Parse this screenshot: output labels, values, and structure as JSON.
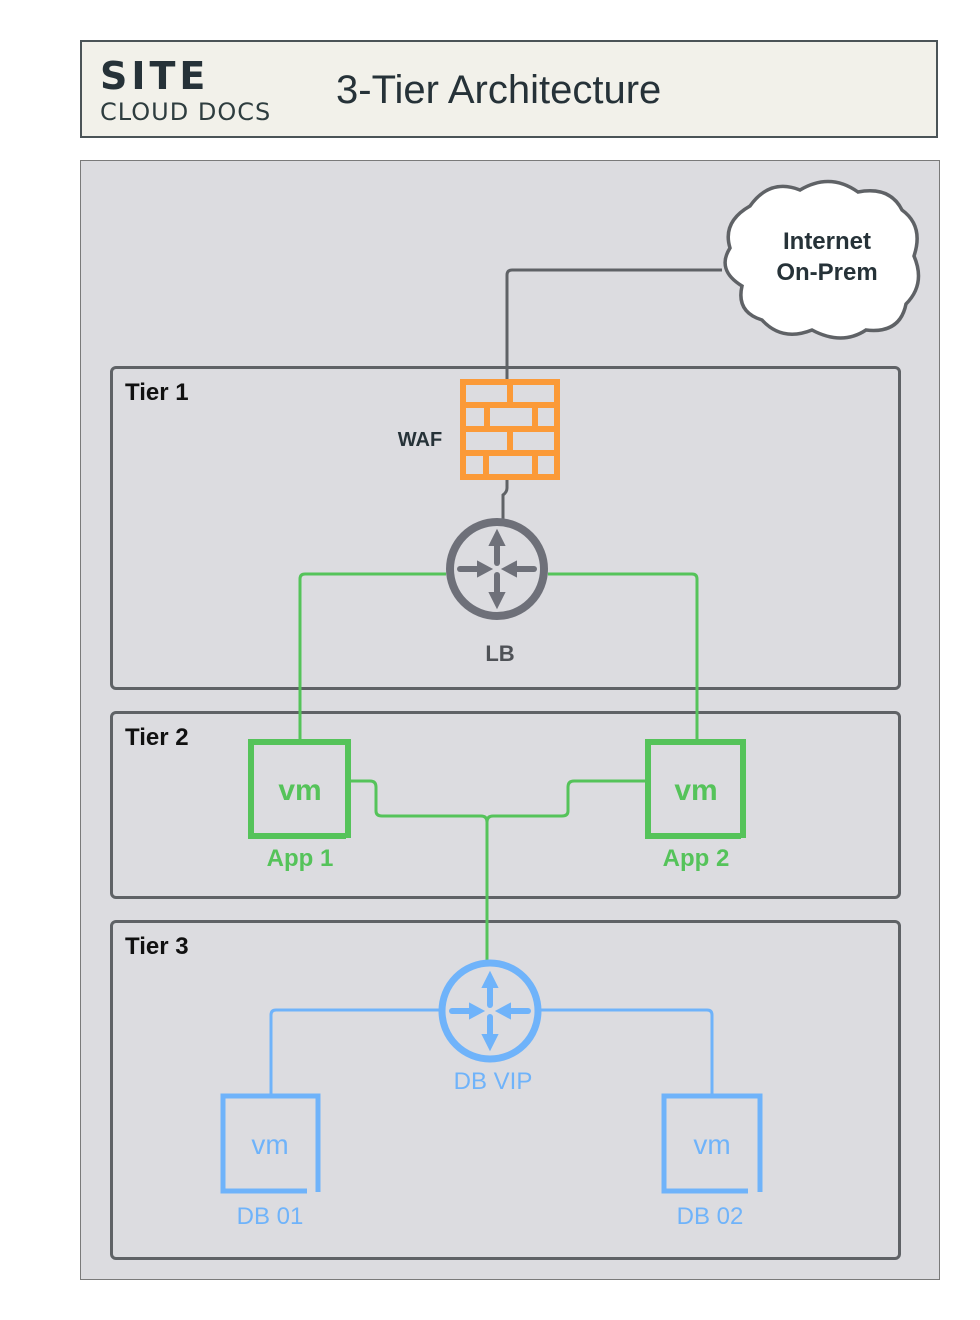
{
  "header": {
    "logo_top": "SITE",
    "logo_bottom": "CLOUD DOCS",
    "title": "3-Tier Architecture"
  },
  "tiers": [
    {
      "label": "Tier 1"
    },
    {
      "label": "Tier 2"
    },
    {
      "label": "Tier 3"
    }
  ],
  "nodes": {
    "cloud": {
      "line1": "Internet",
      "line2": "On-Prem",
      "icon": "cloud-icon"
    },
    "waf": {
      "label": "WAF",
      "icon": "firewall-icon"
    },
    "lb": {
      "label": "LB",
      "icon": "router-icon"
    },
    "app1": {
      "label": "App 1",
      "icon_text": "vm"
    },
    "app2": {
      "label": "App 2",
      "icon_text": "vm"
    },
    "dbvip": {
      "label": "DB VIP",
      "icon": "router-icon"
    },
    "db01": {
      "label": "DB 01",
      "icon_text": "vm"
    },
    "db02": {
      "label": "DB 02",
      "icon_text": "vm"
    }
  },
  "colors": {
    "gray": "#5f6266",
    "router_gray": "#6e7079",
    "orange": "#fb9a38",
    "green": "#55c35a",
    "blue": "#6fb3fa",
    "text_dark": "#263238"
  }
}
